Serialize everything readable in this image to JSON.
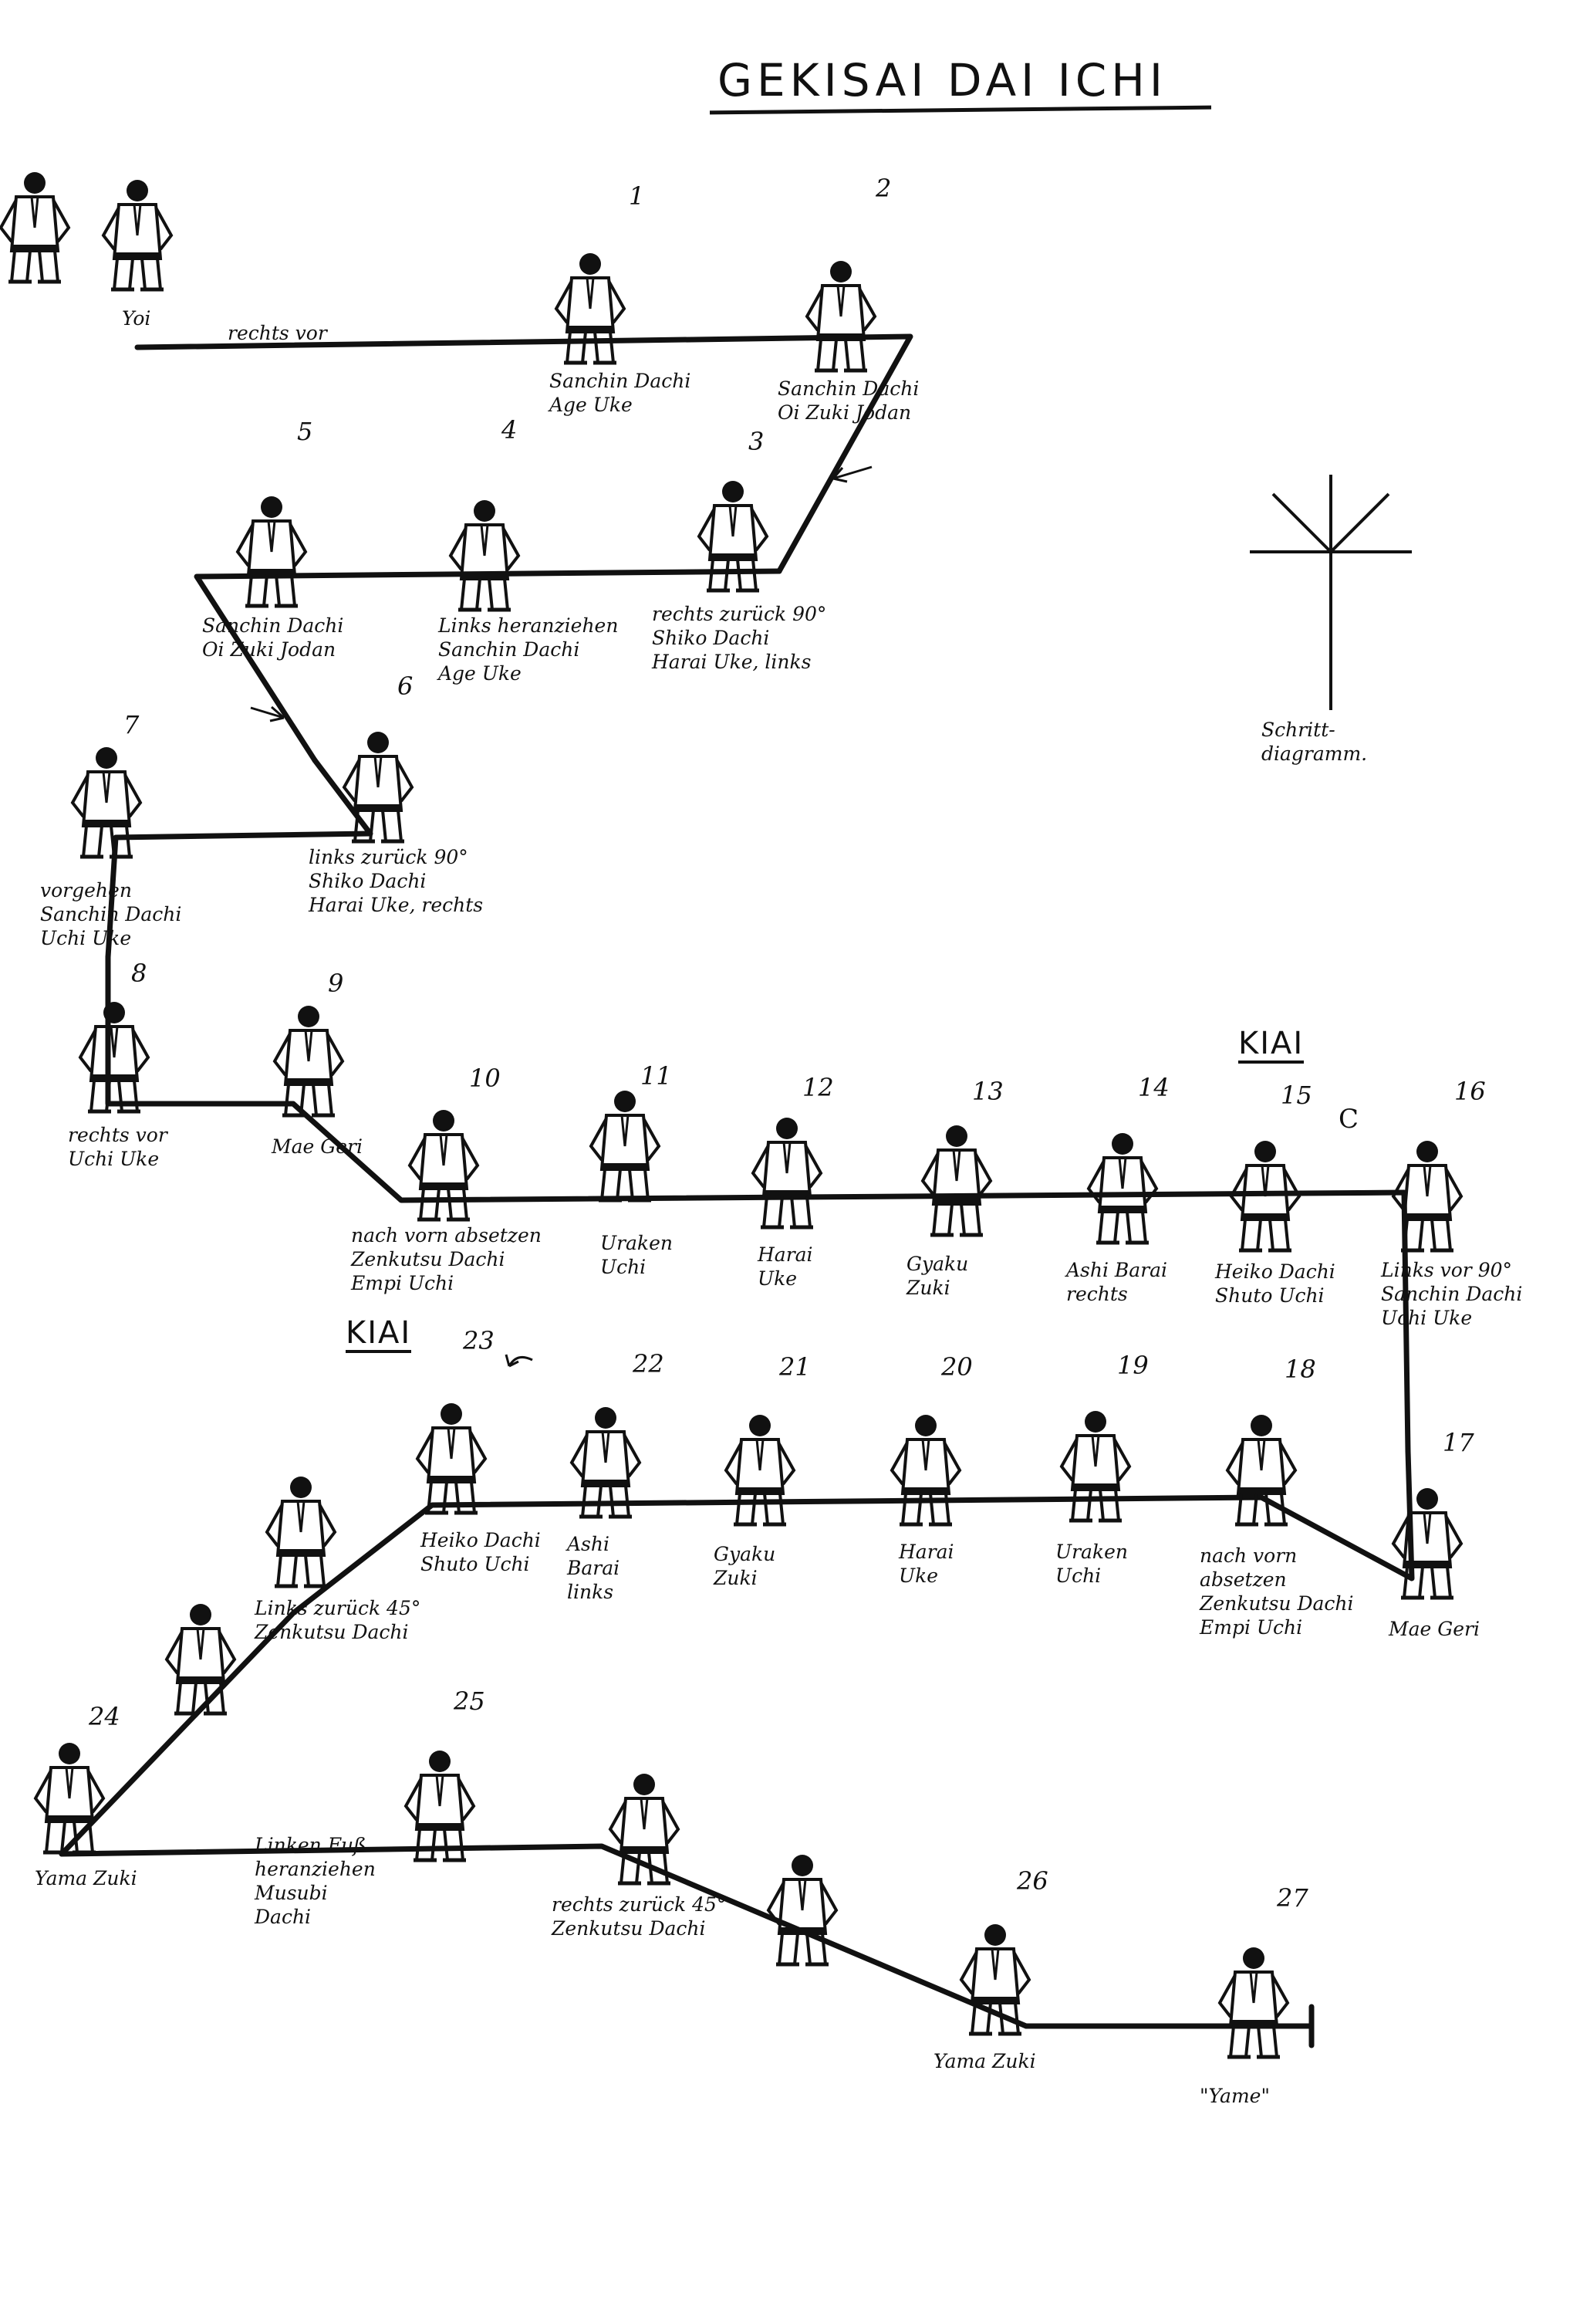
{
  "title": "GEKISAI DAI ICHI",
  "kiai_marks": [
    "KIAI",
    "KIAI"
  ],
  "diagram_legend": "Schritt-\ndiagramm.",
  "path_labels": {
    "start_yoi": "Yoi",
    "rechts_vor": "rechts vor",
    "arrow_c": "C"
  },
  "steps": [
    {
      "number": "1",
      "label": "Sanchin Dachi\nAge Uke"
    },
    {
      "number": "2",
      "label": "Sanchin Dachi\nOi Zuki Jodan"
    },
    {
      "number": "3",
      "label": "rechts zurück 90°\nShiko Dachi\nHarai Uke, links"
    },
    {
      "number": "4",
      "label": "Links heranziehen\nSanchin Dachi\nAge Uke"
    },
    {
      "number": "5",
      "label": "Sanchin Dachi\nOi Zuki Jodan"
    },
    {
      "number": "6",
      "label": "links zurück 90°\nShiko Dachi\nHarai Uke, rechts"
    },
    {
      "number": "7",
      "label": "vorgehen\nSanchin Dachi\nUchi Uke"
    },
    {
      "number": "8",
      "label": "rechts vor\nUchi Uke"
    },
    {
      "number": "9",
      "label": "Mae Geri"
    },
    {
      "number": "10",
      "label": "nach vorn absetzen\nZenkutsu Dachi\nEmpi Uchi"
    },
    {
      "number": "11",
      "label": "Uraken\nUchi"
    },
    {
      "number": "12",
      "label": "Harai\nUke"
    },
    {
      "number": "13",
      "label": "Gyaku\nZuki"
    },
    {
      "number": "14",
      "label": "Ashi Barai\nrechts"
    },
    {
      "number": "15",
      "label": "Heiko Dachi\nShuto Uchi"
    },
    {
      "number": "16",
      "label": "Links vor 90°\nSanchin Dachi\nUchi Uke"
    },
    {
      "number": "17",
      "label": "Mae Geri"
    },
    {
      "number": "18",
      "label": "nach vorn\nabsetzen\nZenkutsu Dachi\nEmpi Uchi"
    },
    {
      "number": "19",
      "label": "Uraken\nUchi"
    },
    {
      "number": "20",
      "label": "Harai\nUke"
    },
    {
      "number": "21",
      "label": "Gyaku\nZuki"
    },
    {
      "number": "22",
      "label": "Ashi\nBarai\nlinks"
    },
    {
      "number": "23",
      "label": "Heiko Dachi\nShuto Uchi"
    },
    {
      "number": "",
      "label": "Links zurück 45°\nZenkutsu Dachi"
    },
    {
      "number": "24",
      "label": "Yama Zuki"
    },
    {
      "number": "25",
      "label": "Linken Fuß\nheranziehen\nMusubi\nDachi"
    },
    {
      "number": "",
      "label": "rechts zurück 45°\nZenkutsu Dachi"
    },
    {
      "number": "26",
      "label": "Yama Zuki"
    },
    {
      "number": "27",
      "label": "\"Yame\""
    }
  ],
  "ink_color": "#111111",
  "figure_icon": "karateka-figure-icon"
}
